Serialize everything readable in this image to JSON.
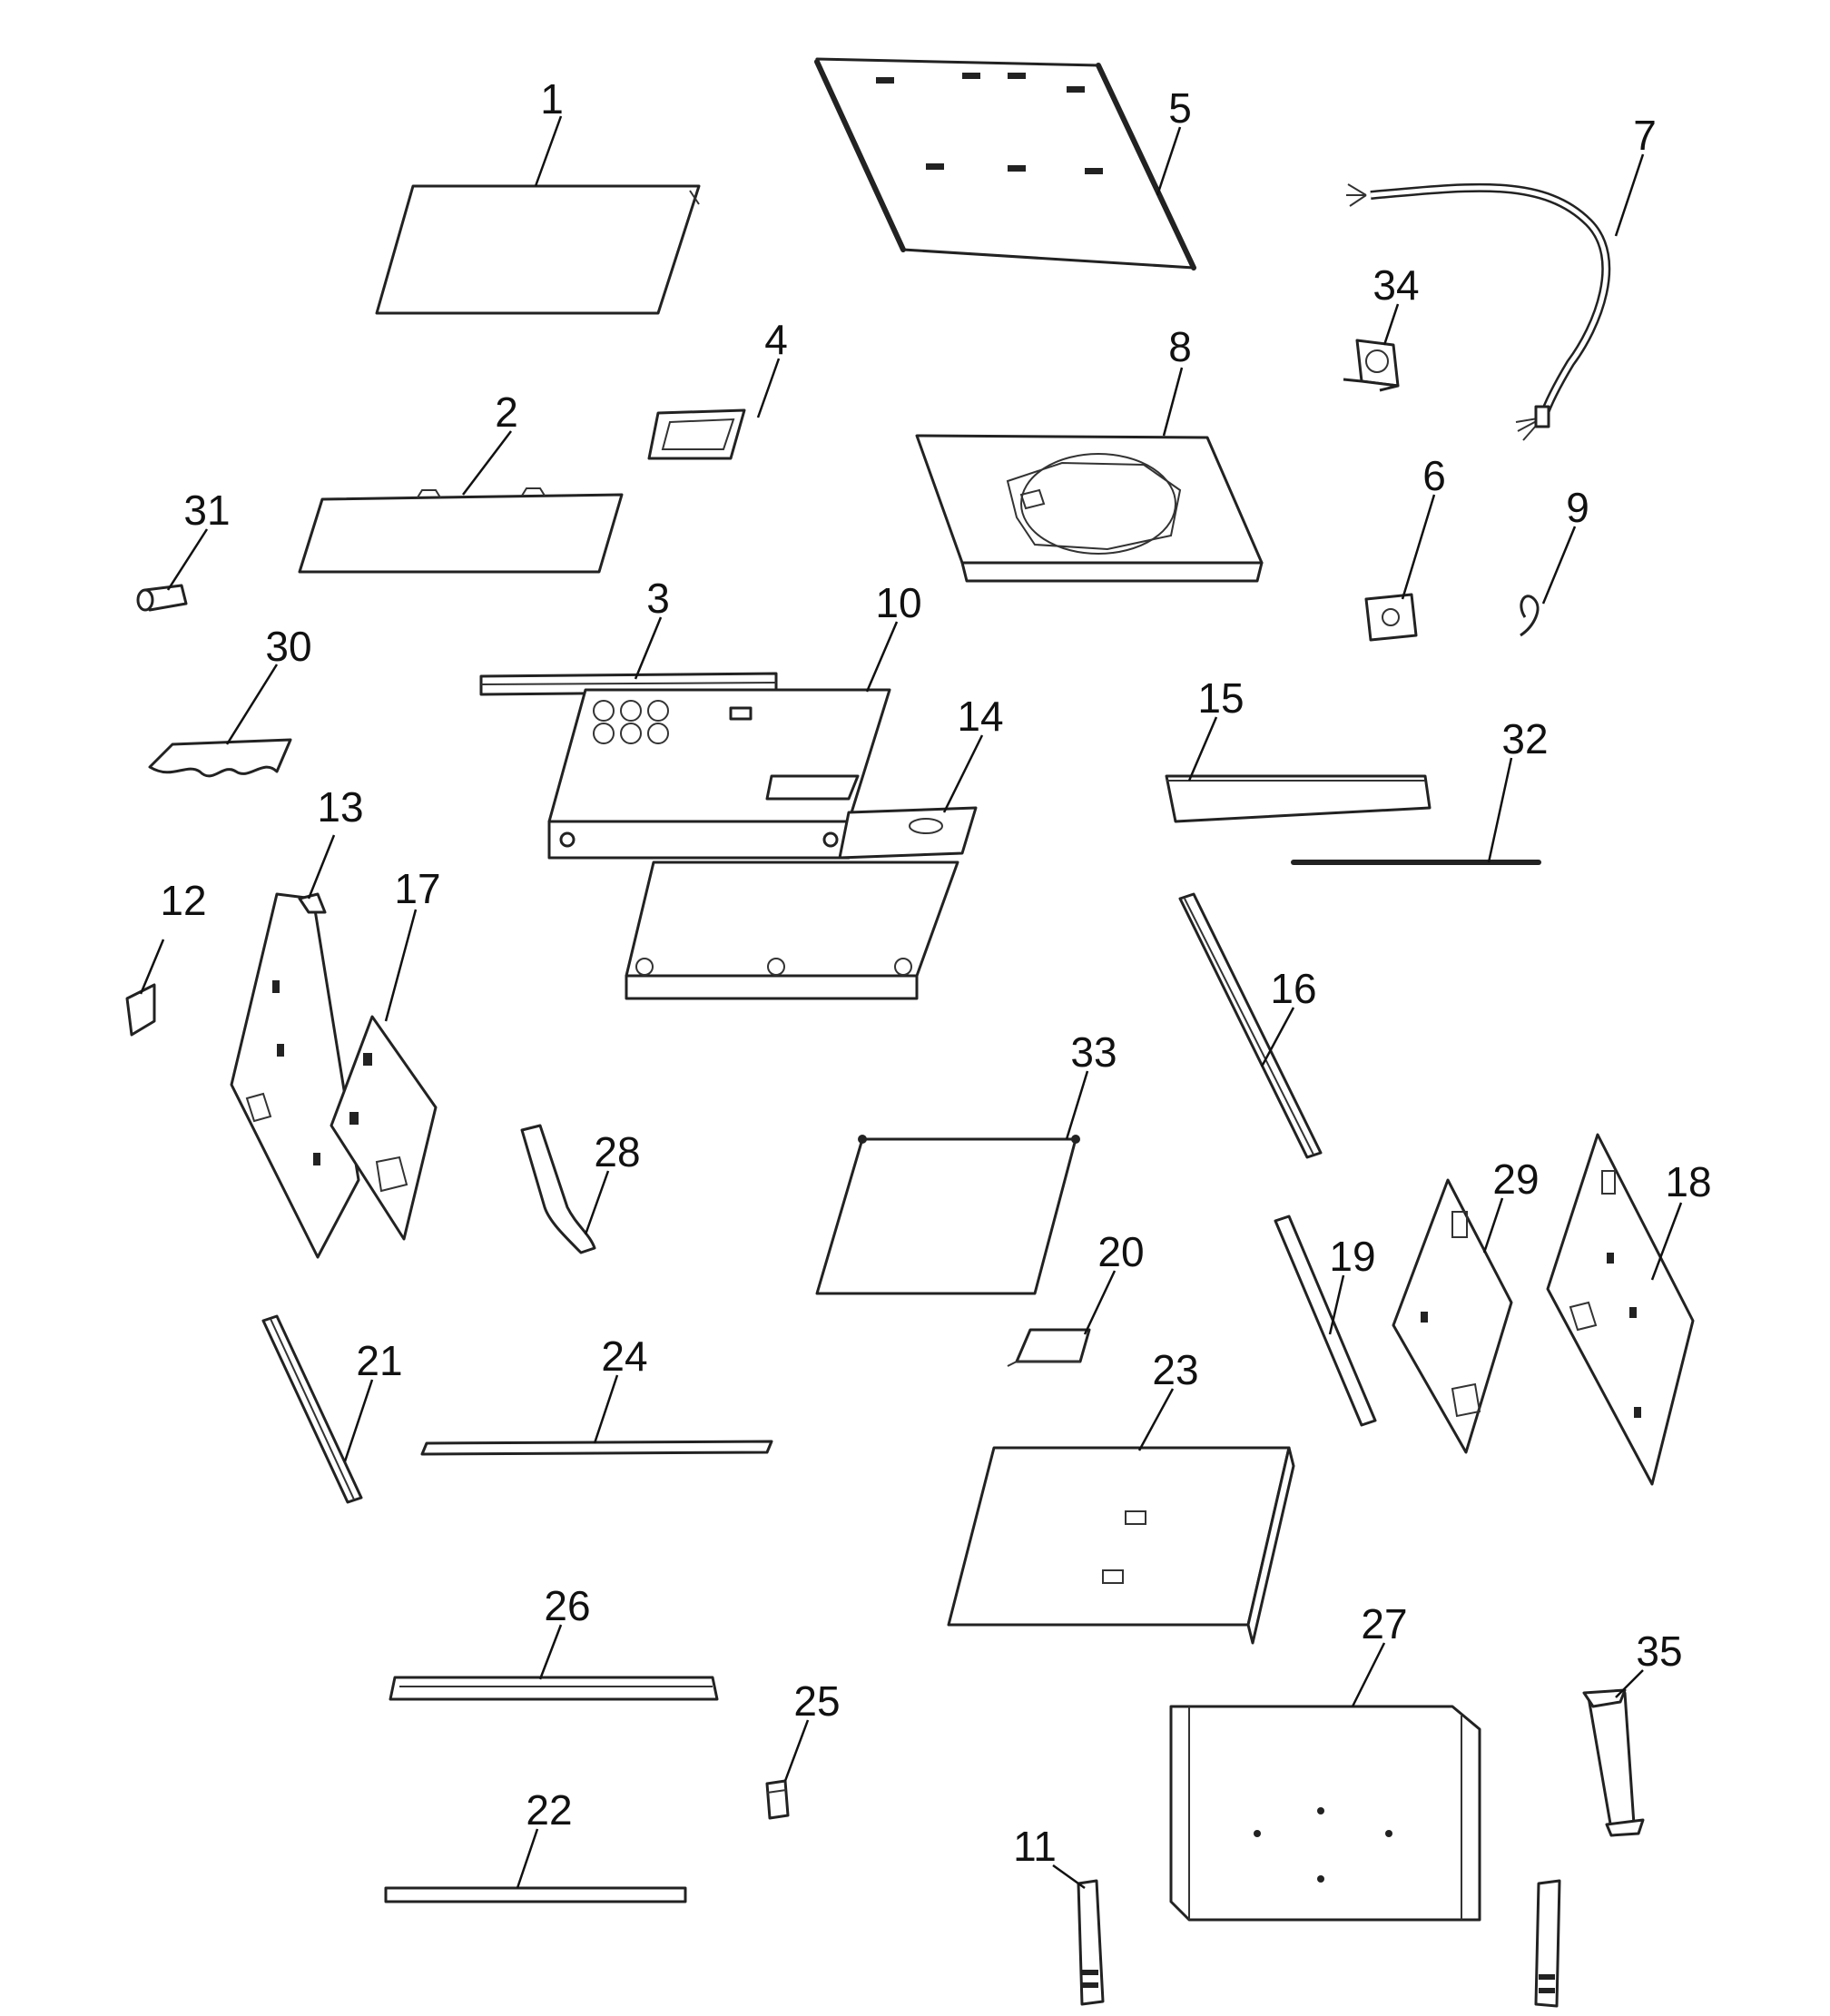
{
  "callouts": [
    {
      "id": "1",
      "label": "1"
    },
    {
      "id": "2",
      "label": "2"
    },
    {
      "id": "3",
      "label": "3"
    },
    {
      "id": "4",
      "label": "4"
    },
    {
      "id": "5",
      "label": "5"
    },
    {
      "id": "6",
      "label": "6"
    },
    {
      "id": "7",
      "label": "7"
    },
    {
      "id": "8",
      "label": "8"
    },
    {
      "id": "9",
      "label": "9"
    },
    {
      "id": "10",
      "label": "10"
    },
    {
      "id": "11",
      "label": "11"
    },
    {
      "id": "12",
      "label": "12"
    },
    {
      "id": "13",
      "label": "13"
    },
    {
      "id": "14",
      "label": "14"
    },
    {
      "id": "15",
      "label": "15"
    },
    {
      "id": "16",
      "label": "16"
    },
    {
      "id": "17",
      "label": "17"
    },
    {
      "id": "18",
      "label": "18"
    },
    {
      "id": "19",
      "label": "19"
    },
    {
      "id": "20",
      "label": "20"
    },
    {
      "id": "21",
      "label": "21"
    },
    {
      "id": "22",
      "label": "22"
    },
    {
      "id": "23",
      "label": "23"
    },
    {
      "id": "24",
      "label": "24"
    },
    {
      "id": "25",
      "label": "25"
    },
    {
      "id": "26",
      "label": "26"
    },
    {
      "id": "27",
      "label": "27"
    },
    {
      "id": "28",
      "label": "28"
    },
    {
      "id": "29",
      "label": "29"
    },
    {
      "id": "30",
      "label": "30"
    },
    {
      "id": "31",
      "label": "31"
    },
    {
      "id": "32",
      "label": "32"
    },
    {
      "id": "33",
      "label": "33"
    },
    {
      "id": "34",
      "label": "34"
    },
    {
      "id": "35",
      "label": "35"
    }
  ],
  "colors": {
    "line": "#222222",
    "background": "#ffffff"
  }
}
